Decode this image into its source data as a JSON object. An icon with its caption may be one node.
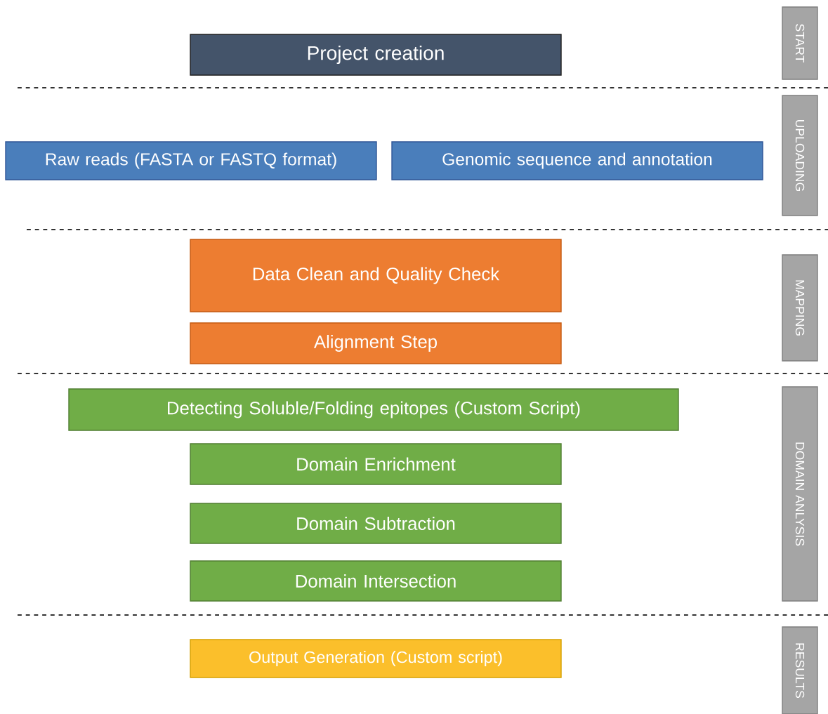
{
  "diagram": {
    "nodes": [
      {
        "text": [
          "Project creation"
        ]
      },
      {
        "text": [
          "Raw reads (FASTA or FASTQ format)"
        ]
      },
      {
        "text": [
          "Genomic sequence and annotation"
        ]
      },
      {
        "text": [
          "Data Clean and Quality Check"
        ]
      },
      {
        "text": [
          "Alignment Step"
        ]
      },
      {
        "text": [
          "Detecting Soluble/Folding epitopes (Custom Script)"
        ]
      },
      {
        "text": [
          "Domain Enrichment"
        ]
      },
      {
        "text": [
          "Domain Subtraction"
        ]
      },
      {
        "text": [
          "Domain Intersection"
        ]
      },
      {
        "text": [
          "Output Generation (Custom script)"
        ]
      },
      {
        "text": [
          "START"
        ]
      },
      {
        "text": [
          "UPLOADING"
        ]
      },
      {
        "text": [
          "MAPPING"
        ]
      },
      {
        "text": [
          "DOMAIN ANLYSIS"
        ]
      },
      {
        "text": [
          "RESULTS"
        ]
      }
    ]
  }
}
